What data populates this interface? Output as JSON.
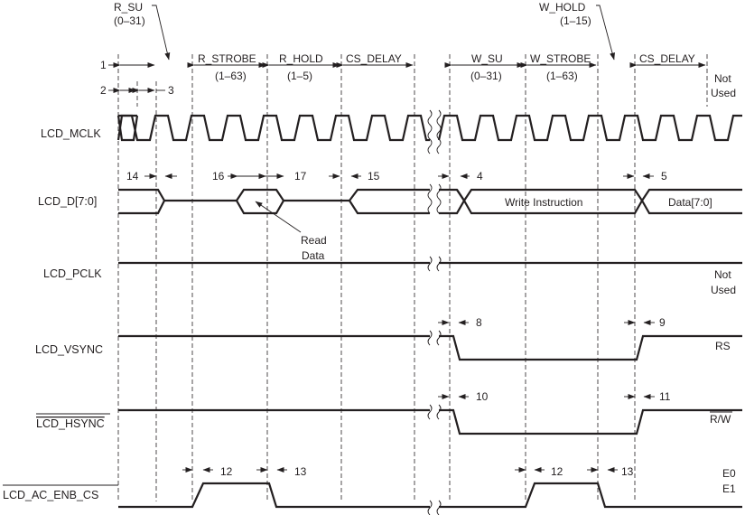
{
  "signals": {
    "mclk": "LCD_MCLK",
    "data": "LCD_D[7:0]",
    "pclk": "LCD_PCLK",
    "vsync": "LCD_VSYNC",
    "hsync": "LCD_HSYNC",
    "ac_enb_cs": "LCD_AC_ENB_CS"
  },
  "phases": {
    "r_su": "R_SU",
    "r_su_range": "(0–31)",
    "r_strobe": "R_STROBE",
    "r_strobe_range": "(1–63)",
    "r_hold": "R_HOLD",
    "r_hold_range": "(1–5)",
    "cs_delay_1": "CS_DELAY",
    "w_su": "W_SU",
    "w_su_range": "(0–31)",
    "w_strobe": "W_STROBE",
    "w_strobe_range": "(1–63)",
    "w_hold": "W_HOLD",
    "w_hold_range": "(1–15)",
    "cs_delay_2": "CS_DELAY"
  },
  "markers": {
    "m1": "1",
    "m2": "2",
    "m3": "3",
    "m4": "4",
    "m5": "5",
    "m8": "8",
    "m9": "9",
    "m10": "10",
    "m11": "11",
    "m12a": "12",
    "m12b": "12",
    "m13a": "13",
    "m13b": "13",
    "m14": "14",
    "m15": "15",
    "m16": "16",
    "m17": "17"
  },
  "annotations": {
    "read_data_1": "Read",
    "read_data_2": "Data",
    "write_instruction": "Write Instruction",
    "data_bus": "Data[7:0]",
    "not_used_1a": "Not",
    "not_used_1b": "Used",
    "not_used_2a": "Not",
    "not_used_2b": "Used",
    "rs": "RS",
    "rw": "R/W",
    "e0": "E0",
    "e1": "E1"
  }
}
